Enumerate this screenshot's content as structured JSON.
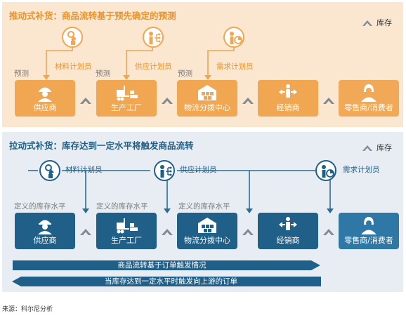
{
  "push": {
    "title": "推动式补货：商品流转基于预先确定的预测",
    "legend": "库存",
    "forecast_label": "预测",
    "planners": [
      {
        "label": "材料计划员",
        "icon": "material-planner-icon"
      },
      {
        "label": "供应计划员",
        "icon": "supply-planner-icon"
      },
      {
        "label": "需求计划员",
        "icon": "demand-planner-icon"
      }
    ],
    "nodes": [
      {
        "label": "供应商",
        "icon": "supplier-worker-icon"
      },
      {
        "label": "生产工厂",
        "icon": "factory-forklift-icon"
      },
      {
        "label": "物流分拨中心",
        "icon": "warehouse-icon"
      },
      {
        "label": "经销商",
        "icon": "distributor-person-icon"
      },
      {
        "label": "零售商/消费者",
        "icon": "consumer-person-icon"
      }
    ]
  },
  "pull": {
    "title": "拉动式补货：库存达到一定水平将触发商品流转",
    "legend": "库存",
    "inventory_level_label": "定义的库存水平",
    "planners": [
      {
        "label": "材料计划员",
        "icon": "material-planner-icon"
      },
      {
        "label": "供应计划员",
        "icon": "supply-planner-icon"
      },
      {
        "label": "需求计划员",
        "icon": "demand-planner-icon"
      }
    ],
    "nodes": [
      {
        "label": "供应商",
        "icon": "supplier-worker-icon"
      },
      {
        "label": "生产工厂",
        "icon": "factory-forklift-icon"
      },
      {
        "label": "物流分拨中心",
        "icon": "warehouse-icon"
      },
      {
        "label": "经销商",
        "icon": "distributor-person-icon"
      },
      {
        "label": "零售商/消费者",
        "icon": "consumer-person-icon"
      }
    ],
    "banners": [
      "商品流转基于订单触发情况",
      "当库存达到一定水平时触发向上游的订单"
    ]
  },
  "source": "来源：科尔尼分析",
  "colors": {
    "orange": "#f1a651",
    "orange_text": "#e9932b",
    "blue": "#1f5f88",
    "push_bg": "#fbe6cf",
    "pull_bg": "#e7edf3",
    "chevron": "#7f8a93"
  }
}
